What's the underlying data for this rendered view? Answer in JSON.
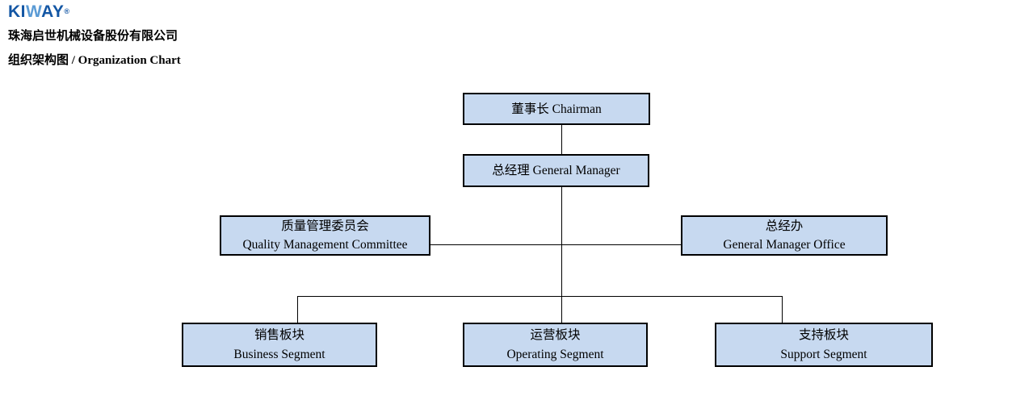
{
  "header": {
    "logo": {
      "part_ki": "KI",
      "part_w": "W",
      "part_ay": "AY",
      "registered_mark": "®",
      "color_primary": "#1356a4",
      "color_accent": "#5b9bd5"
    },
    "company_name": "珠海启世机械设备股份有限公司",
    "chart_title": "组织架构图 / Organization Chart"
  },
  "org_chart": {
    "style": {
      "box_fill": "#c7d9f0",
      "box_border": "#000000",
      "connector_color": "#000000"
    },
    "nodes": {
      "chairman": {
        "label": "董事长 Chairman"
      },
      "general_manager": {
        "label": "总经理 General Manager"
      },
      "quality_management_committee": {
        "label_zh": "质量管理委员会",
        "label_en": "Quality Management Committee"
      },
      "general_manager_office": {
        "label_zh": "总经办",
        "label_en": "General Manager Office"
      },
      "business_segment": {
        "label_zh": "销售板块",
        "label_en": "Business Segment"
      },
      "operating_segment": {
        "label_zh": "运营板块",
        "label_en": "Operating Segment"
      },
      "support_segment": {
        "label_zh": "支持板块",
        "label_en": "Support Segment"
      }
    },
    "edges": [
      {
        "from": "chairman",
        "to": "general_manager"
      },
      {
        "from": "general_manager",
        "to": "quality_management_committee"
      },
      {
        "from": "general_manager",
        "to": "general_manager_office"
      },
      {
        "from": "general_manager",
        "to": "business_segment"
      },
      {
        "from": "general_manager",
        "to": "operating_segment"
      },
      {
        "from": "general_manager",
        "to": "support_segment"
      }
    ]
  }
}
